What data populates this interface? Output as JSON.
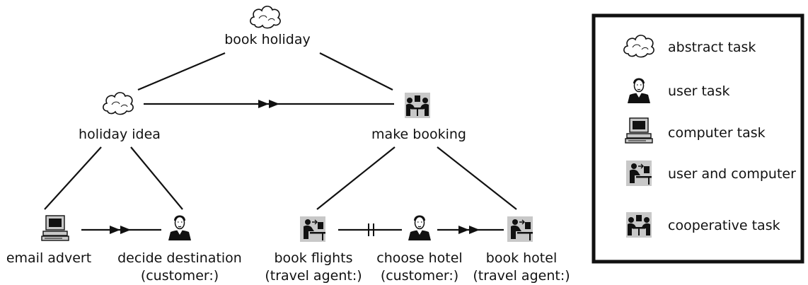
{
  "nodes": {
    "book_holiday": {
      "label": "book holiday",
      "icon": "cloud-icon"
    },
    "holiday_idea": {
      "label": "holiday idea",
      "icon": "cloud-icon"
    },
    "make_booking": {
      "label": "make booking",
      "icon": "cooperative-icon"
    },
    "email_advert": {
      "label": "email advert",
      "icon": "computer-icon"
    },
    "decide_destination": {
      "label": "decide destination",
      "sub": "(customer:)",
      "icon": "user-icon"
    },
    "book_flights": {
      "label": "book flights",
      "sub": "(travel agent:)",
      "icon": "user-computer-icon"
    },
    "choose_hotel": {
      "label": "choose hotel",
      "sub": "(customer:)",
      "icon": "user-icon"
    },
    "book_hotel": {
      "label": "book hotel",
      "sub": "(travel agent:)",
      "icon": "user-computer-icon"
    }
  },
  "legend": {
    "items": [
      {
        "label": "abstract task",
        "icon": "cloud-icon"
      },
      {
        "label": "user task",
        "icon": "user-icon"
      },
      {
        "label": "computer task",
        "icon": "computer-icon"
      },
      {
        "label": "user and computer",
        "icon": "user-computer-icon"
      },
      {
        "label": "cooperative task",
        "icon": "cooperative-icon"
      }
    ]
  },
  "colors": {
    "ink": "#111111",
    "icon_bg": "#c8c8c8"
  }
}
